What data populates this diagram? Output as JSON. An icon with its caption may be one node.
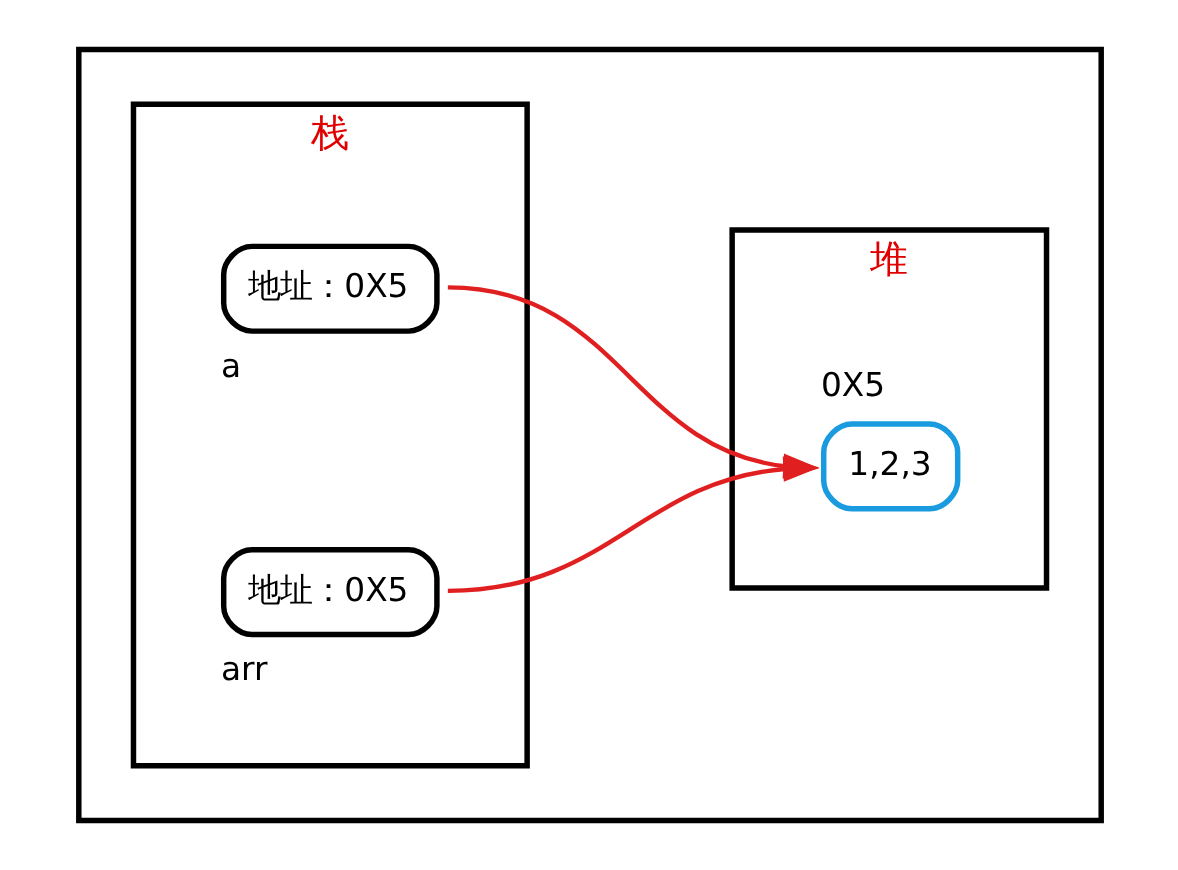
{
  "diagram": {
    "nodes": [
      {
        "text": [],
        "shape": "box"
      },
      {
        "text": [
          "栈"
        ],
        "in": 0
      },
      {
        "text": [
          "地址：0X5"
        ],
        "in": 1,
        "beside": [
          "a"
        ]
      },
      {
        "text": [
          "地址：0X5"
        ],
        "in": 1,
        "beside": [
          "arr"
        ]
      },
      {
        "text": [
          "堆"
        ],
        "in": 0
      },
      {
        "text": [
          "1,2,3"
        ],
        "in": 4,
        "beside": [
          "0X5"
        ]
      }
    ],
    "edges": [
      {
        "from": 2,
        "to": 5,
        "arrow": "to"
      },
      {
        "from": 3,
        "to": 5,
        "arrow": "to"
      }
    ]
  }
}
